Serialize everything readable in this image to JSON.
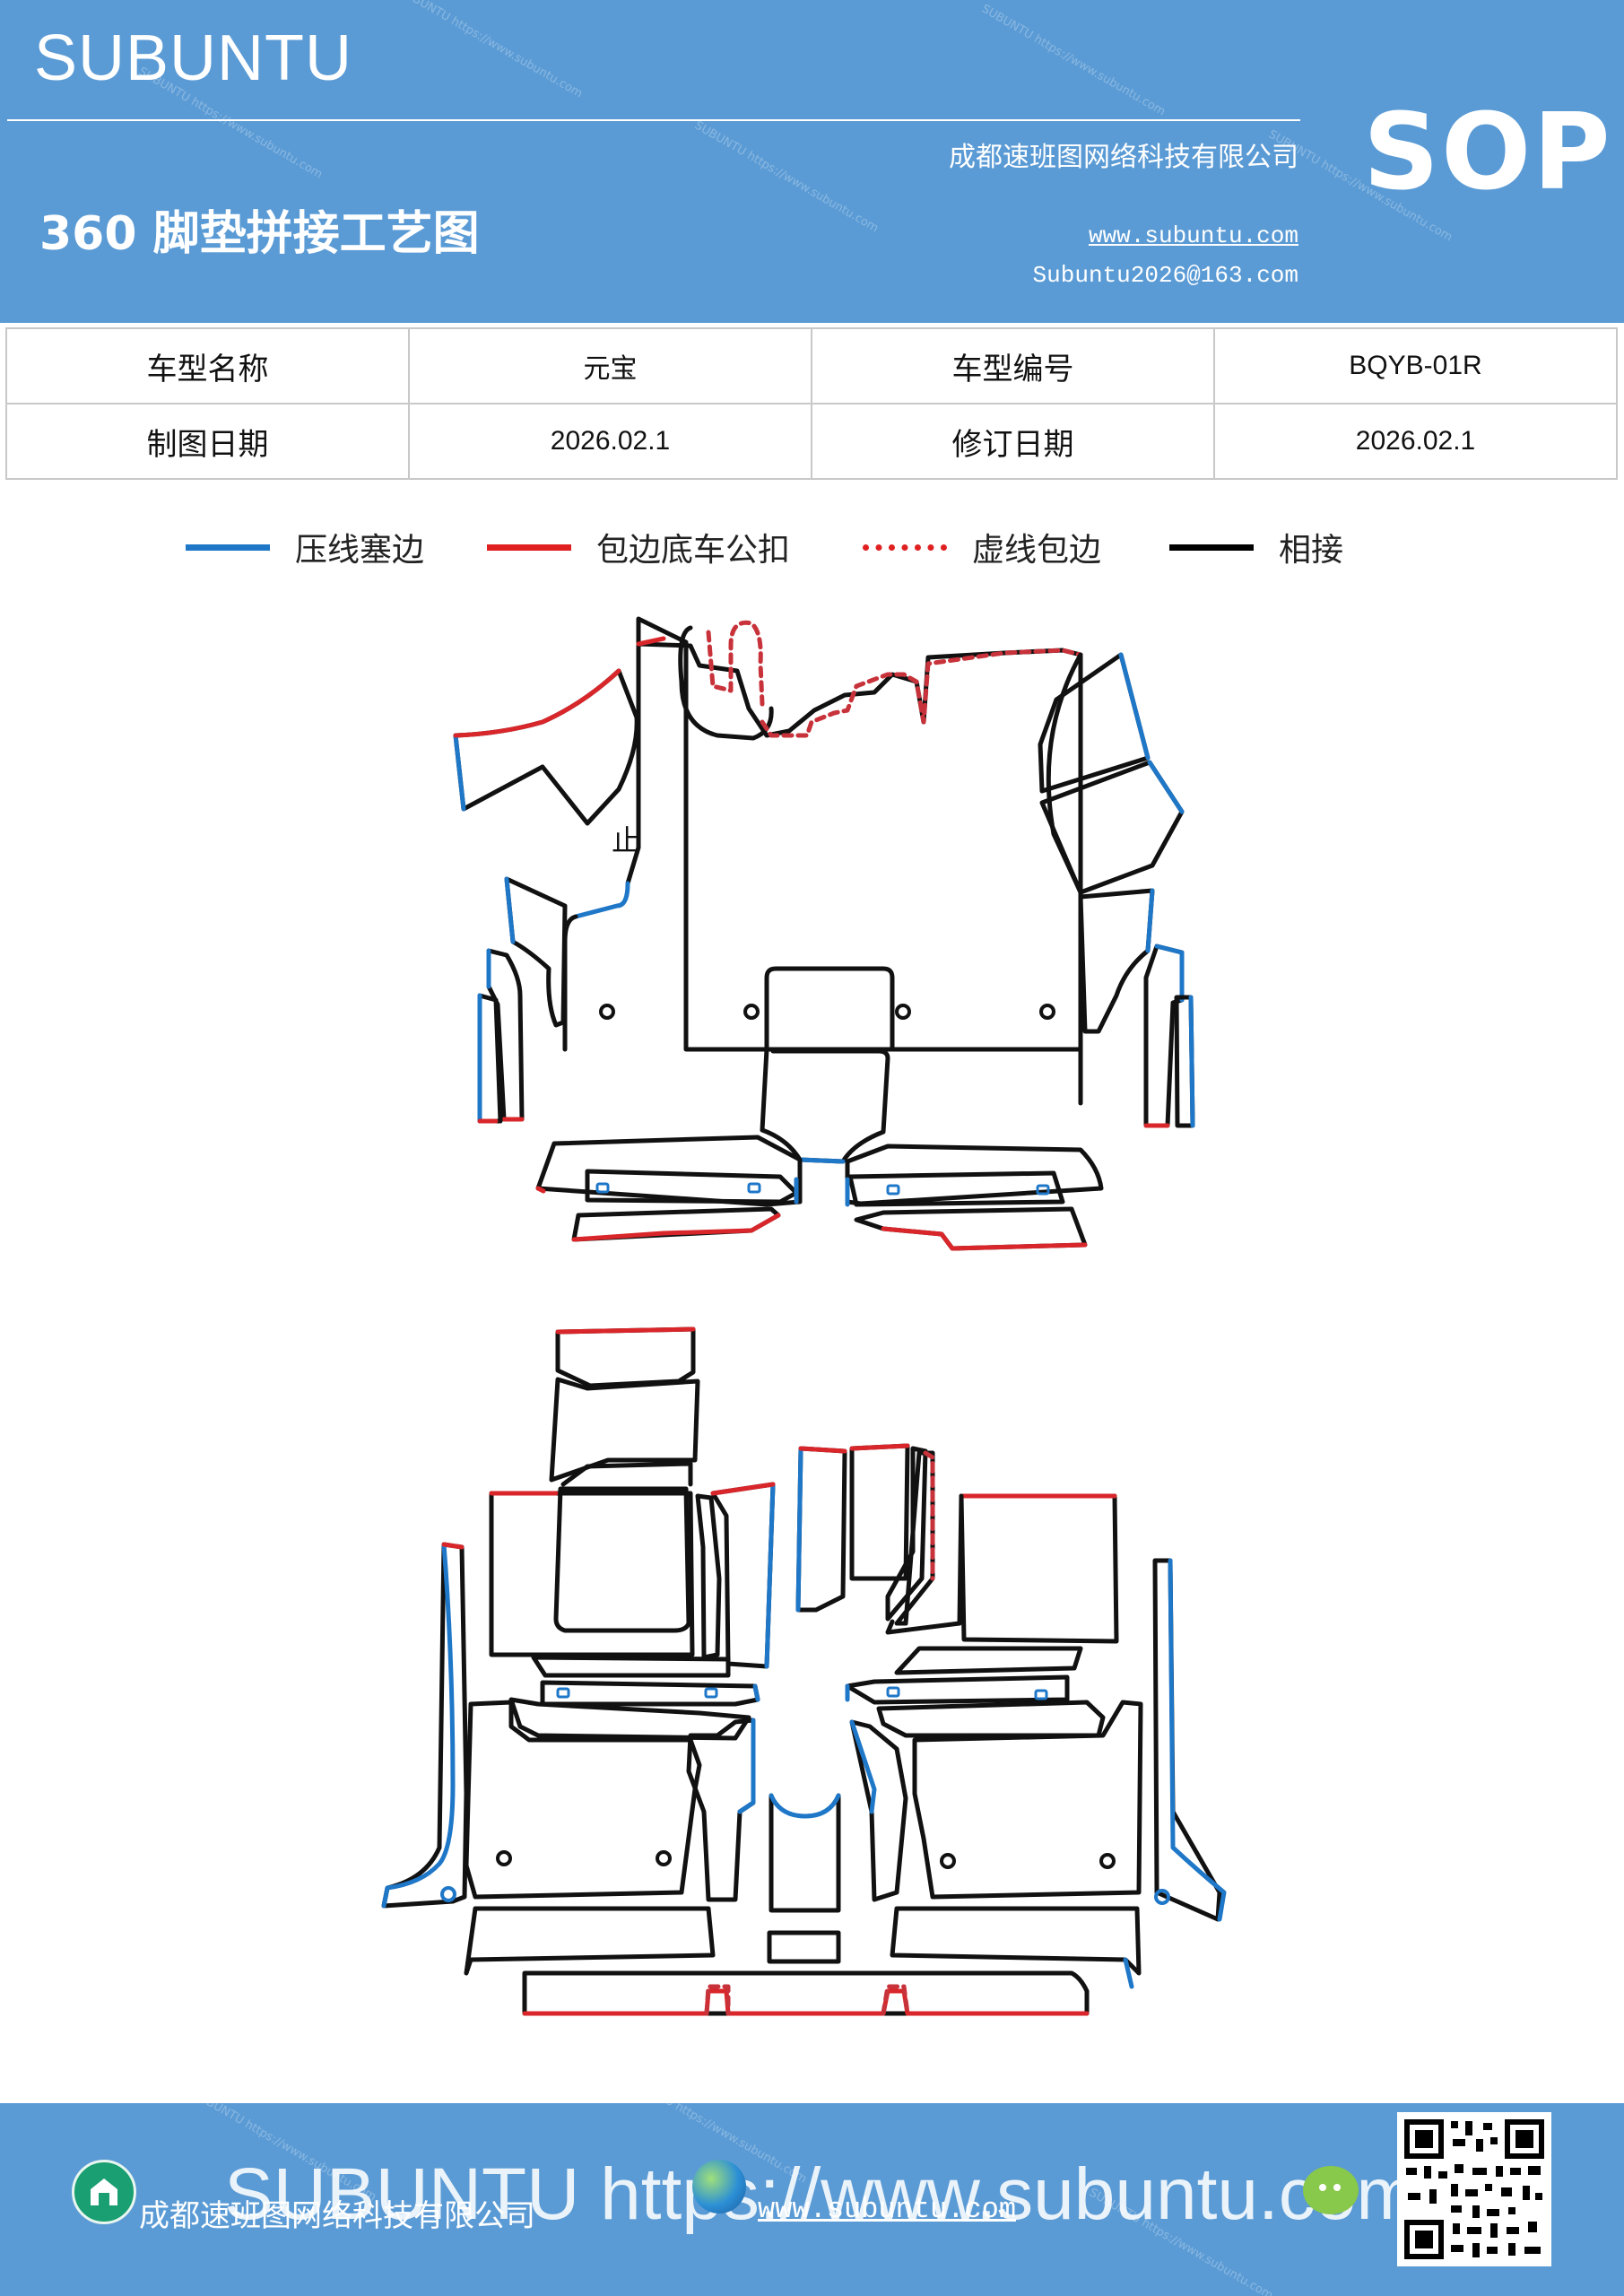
{
  "header": {
    "logo_text": "SUBUNTU",
    "title": "360 脚垫拼接工艺图",
    "company": "成都速班图网络科技有限公司",
    "website": "www.subuntu.com",
    "email": "Subuntu2026@163.com",
    "badge": "SOP",
    "background_color": "#5b9bd5"
  },
  "info_table": {
    "rows": [
      [
        {
          "label": "车型名称"
        },
        {
          "value": "元宝"
        },
        {
          "label": "车型编号"
        },
        {
          "value": "BQYB-01R"
        }
      ],
      [
        {
          "label": "制图日期"
        },
        {
          "value": "2026.02.1"
        },
        {
          "label": "修订日期"
        },
        {
          "value": "2026.02.1"
        }
      ]
    ]
  },
  "legend": [
    {
      "label": "压线塞边",
      "color": "#1f77c8",
      "style": "solid"
    },
    {
      "label": "包边底车公扣",
      "color": "#e02020",
      "style": "solid"
    },
    {
      "label": "虚线包边",
      "color": "#e02020",
      "style": "dotted"
    },
    {
      "label": "相接",
      "color": "#000000",
      "style": "solid"
    }
  ],
  "diagram": {
    "marker_text": "止",
    "colors": {
      "press_edge": "#1f77c8",
      "wrap_edge": "#d9262a",
      "dashed_wrap": "#c8323a",
      "joint": "#111111"
    }
  },
  "footer": {
    "watermark_text": "SUBUNTU https://www.subuntu.com",
    "company": "成都速班图网络科技有限公司",
    "website": "www.subuntu.com",
    "icons": [
      "building-icon",
      "globe-icon",
      "wechat-icon",
      "qr-code"
    ]
  }
}
